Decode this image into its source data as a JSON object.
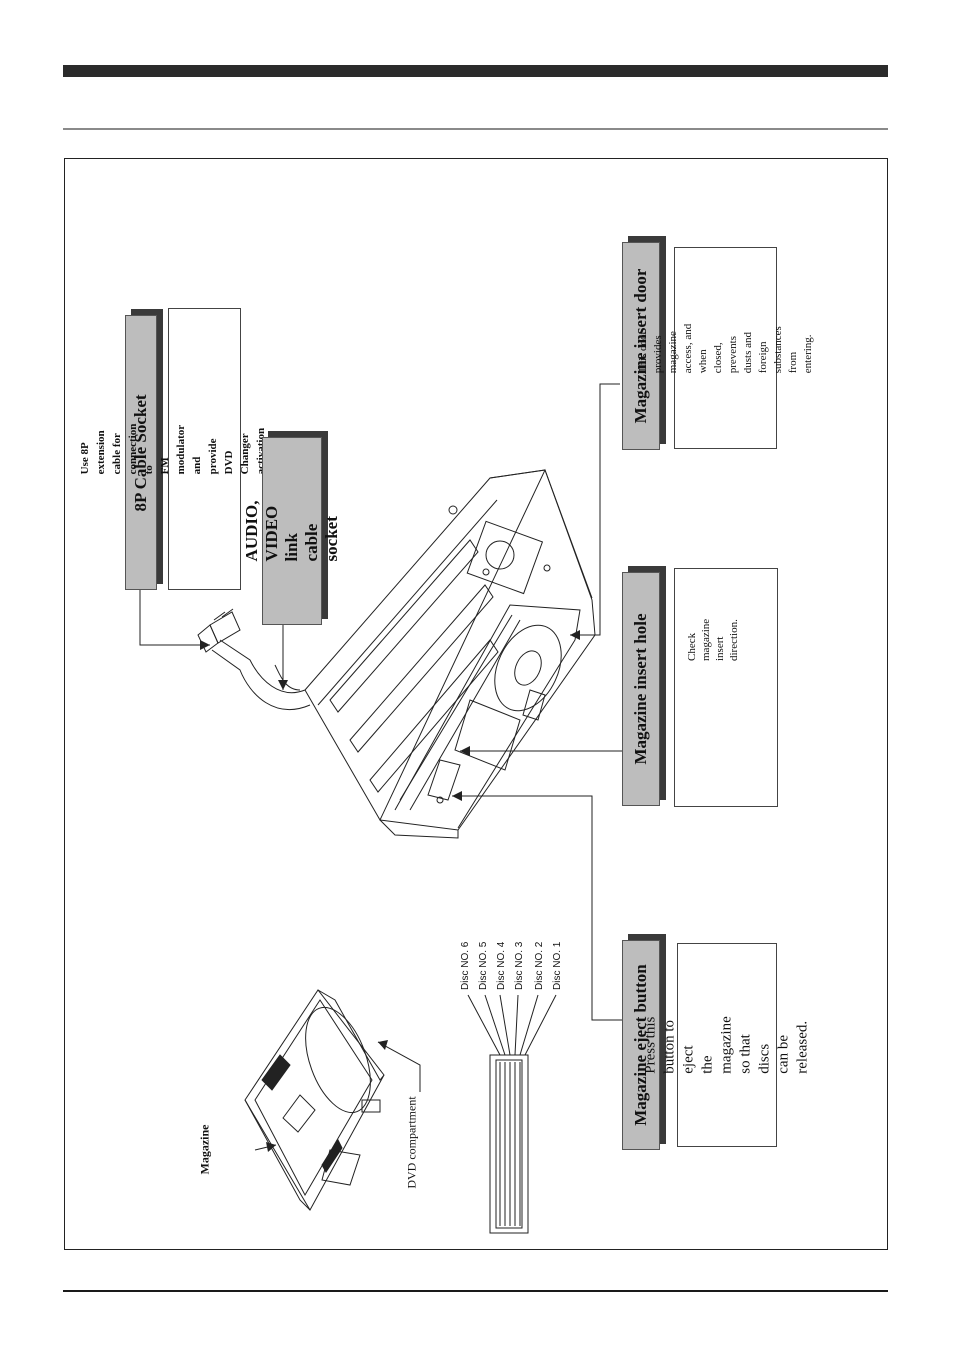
{
  "labels": {
    "cable_socket_title": "8P Cable Socket",
    "cable_socket_desc": "Use 8P extension cable for connection to\nFM modulator and provide DVD Changer\nactivation with wireless remote control.",
    "av_link_title": "AUDIO, VIDEO  link\ncable socket",
    "insert_door_title": "Magazine insert door",
    "insert_door_desc": "This door provides magazine\naccess, and when closed, prevents\ndusts and foreign substances\nfrom entering.",
    "insert_hole_title": "Magazine insert hole",
    "insert_hole_desc": "Check magazine\ninsert direction.",
    "eject_title": "Magazine eject button",
    "eject_desc": "Press this button to eject\nthe magazine so that discs\ncan be released.",
    "magazine": "Magazine",
    "dvd_compartment": "DVD compartment"
  },
  "discs": [
    "Disc NO. 6",
    "Disc NO. 5",
    "Disc NO. 4",
    "Disc NO. 3",
    "Disc NO. 2",
    "Disc NO. 1"
  ]
}
